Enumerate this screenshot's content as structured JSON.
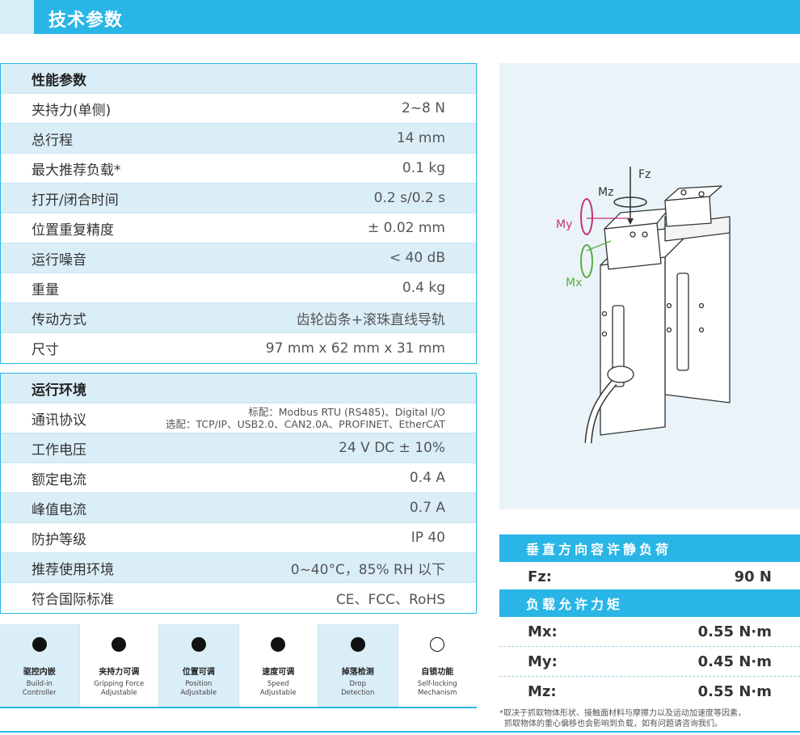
{
  "header": {
    "title": "技术参数"
  },
  "performance": {
    "title": "性能参数",
    "rows": [
      {
        "label": "夹持力(单侧)",
        "value": "2~8 N"
      },
      {
        "label": "总行程",
        "value": "14 mm"
      },
      {
        "label": "最大推荐负载*",
        "value": "0.1 kg"
      },
      {
        "label": "打开/闭合时间",
        "value": "0.2 s/0.2 s"
      },
      {
        "label": "位置重复精度",
        "value": "± 0.02 mm"
      },
      {
        "label": "运行噪音",
        "value": "< 40 dB"
      },
      {
        "label": "重量",
        "value": "0.4 kg"
      },
      {
        "label": "传动方式",
        "value": "齿轮齿条+滚珠直线导轨"
      },
      {
        "label": "尺寸",
        "value": "97 mm x 62 mm x 31 mm"
      }
    ]
  },
  "environment": {
    "title": "运行环境",
    "comm": {
      "label": "通讯协议",
      "line1": "标配：Modbus RTU (RS485)、Digital I/O",
      "line2": "选配：TCP/IP、USB2.0、CAN2.0A、PROFINET、EtherCAT"
    },
    "rows": [
      {
        "label": "工作电压",
        "value": "24 V DC ± 10%"
      },
      {
        "label": "额定电流",
        "value": "0.4 A"
      },
      {
        "label": "峰值电流",
        "value": "0.7 A"
      },
      {
        "label": "防护等级",
        "value": "IP 40"
      },
      {
        "label": "推荐使用环境",
        "value": "0~40°C，85% RH 以下"
      },
      {
        "label": "符合国际标准",
        "value": "CE、FCC、RoHS"
      }
    ]
  },
  "features": [
    {
      "zh": "驱控内嵌",
      "en1": "Build-in",
      "en2": "Controller",
      "filled": true
    },
    {
      "zh": "夹持力可调",
      "en1": "Gripping Force",
      "en2": "Adjustable",
      "filled": true
    },
    {
      "zh": "位置可调",
      "en1": "Position",
      "en2": "Adjustable",
      "filled": true
    },
    {
      "zh": "速度可调",
      "en1": "Speed",
      "en2": "Adjustable",
      "filled": true
    },
    {
      "zh": "掉落检测",
      "en1": "Drop",
      "en2": "Detection",
      "filled": true
    },
    {
      "zh": "自锁功能",
      "en1": "Self-locking",
      "en2": "Mechanism",
      "filled": false
    }
  ],
  "diagram": {
    "fz": "Fz",
    "mz": "Mz",
    "my": "My",
    "mx": "Mx",
    "colors": {
      "my": "#c8327a",
      "mx": "#5aac44",
      "arrow": "#333333"
    }
  },
  "vertical_load": {
    "title": "垂直方向容许静负荷",
    "rows": [
      {
        "label": "Fz:",
        "value": "90 N"
      }
    ]
  },
  "moment": {
    "title": "负载允许力矩",
    "rows": [
      {
        "label": "Mx:",
        "value": "0.55 N·m"
      },
      {
        "label": "My:",
        "value": "0.45 N·m"
      },
      {
        "label": "Mz:",
        "value": "0.55 N·m"
      }
    ]
  },
  "note": {
    "line1": "*取决于抓取物体形状、接触面材料与摩擦力以及运动加速度等因素，",
    "line2": "抓取物体的重心偏移也会影响到负载，如有问题请咨询我们。"
  },
  "colors": {
    "accent": "#29b6e6",
    "stripe": "#daeef7"
  }
}
